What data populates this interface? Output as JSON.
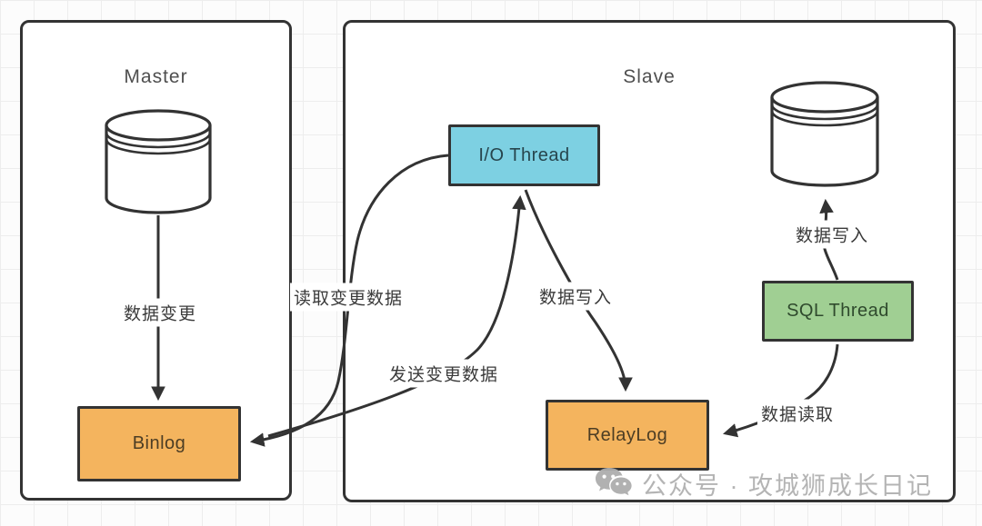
{
  "master_panel": {
    "title": "Master",
    "binlog_label": "Binlog"
  },
  "slave_panel": {
    "title": "Slave",
    "io_thread_label": "I/O Thread",
    "relaylog_label": "RelayLog",
    "sql_thread_label": "SQL Thread"
  },
  "edge_labels": {
    "master_db_to_binlog": "数据变更",
    "io_read_from_binlog": "读取变更数据",
    "binlog_send_to_io": "发送变更数据",
    "io_write_relaylog": "数据写入",
    "sql_write_db": "数据写入",
    "sql_read_relaylog": "数据读取"
  },
  "icons": {
    "master_database": "database-cylinder",
    "slave_database": "database-cylinder",
    "watermark_logo": "wechat-bubbles"
  },
  "watermark": {
    "text": "公众号 · 攻城狮成长日记"
  },
  "colors": {
    "binlog_fill": "#F4B45E",
    "relaylog_fill": "#F4B45E",
    "io_thread_fill": "#7DD0E2",
    "sql_thread_fill": "#A0CF93",
    "stroke": "#333333",
    "panel_background": "#FFFFFF",
    "grid_line": "#EDEDED",
    "watermark_gray": "#B1B1B1"
  }
}
